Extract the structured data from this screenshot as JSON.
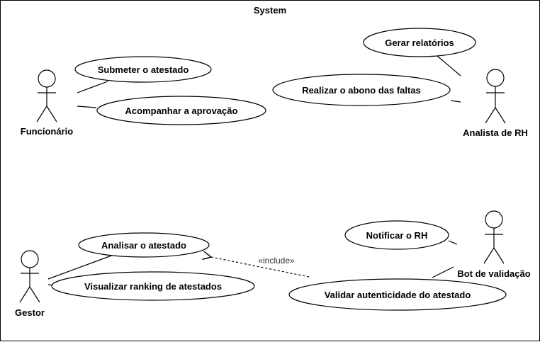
{
  "system": {
    "title": "System"
  },
  "actors": {
    "funcionario": "Funcionário",
    "analista": "Analista de RH",
    "gestor": "Gestor",
    "bot": "Bot de validação"
  },
  "use_cases": {
    "gerar_relatorios": "Gerar relatórios",
    "submeter": "Submeter o atestado",
    "realizar_abono": "Realizar o abono das faltas",
    "acompanhar": "Acompanhar a aprovação",
    "notificar_rh": "Notificar o RH",
    "analisar": "Analisar o atestado",
    "visualizar_ranking": "Visualizar ranking de atestados",
    "validar": "Validar autenticidade do atestado"
  },
  "relations": {
    "include_label": "«include»"
  }
}
